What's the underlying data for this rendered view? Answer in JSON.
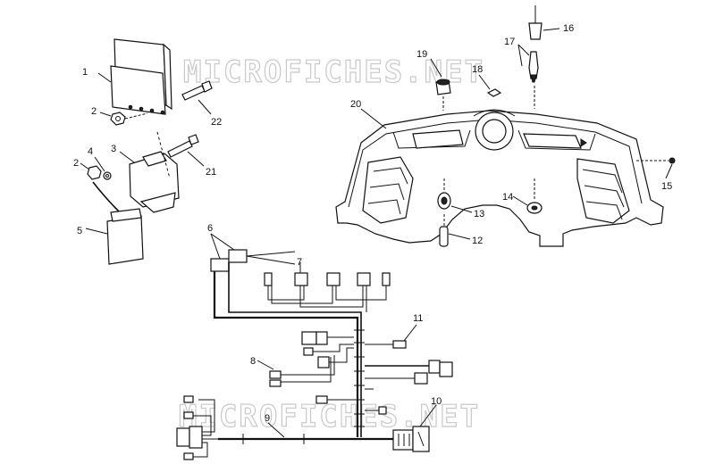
{
  "watermarks": [
    "MICROFICHES.NET",
    "MICROFICHES.NET"
  ],
  "callouts": {
    "c1": "1",
    "c2a": "2",
    "c2b": "2",
    "c3": "3",
    "c4": "4",
    "c5": "5",
    "c6": "6",
    "c7": "7",
    "c8": "8",
    "c9": "9",
    "c10": "10",
    "c11": "11",
    "c12": "12",
    "c13": "13",
    "c14": "14",
    "c15": "15",
    "c16": "16",
    "c17": "17",
    "c18": "18",
    "c19": "19",
    "c20": "20",
    "c21": "21",
    "c22": "22"
  }
}
